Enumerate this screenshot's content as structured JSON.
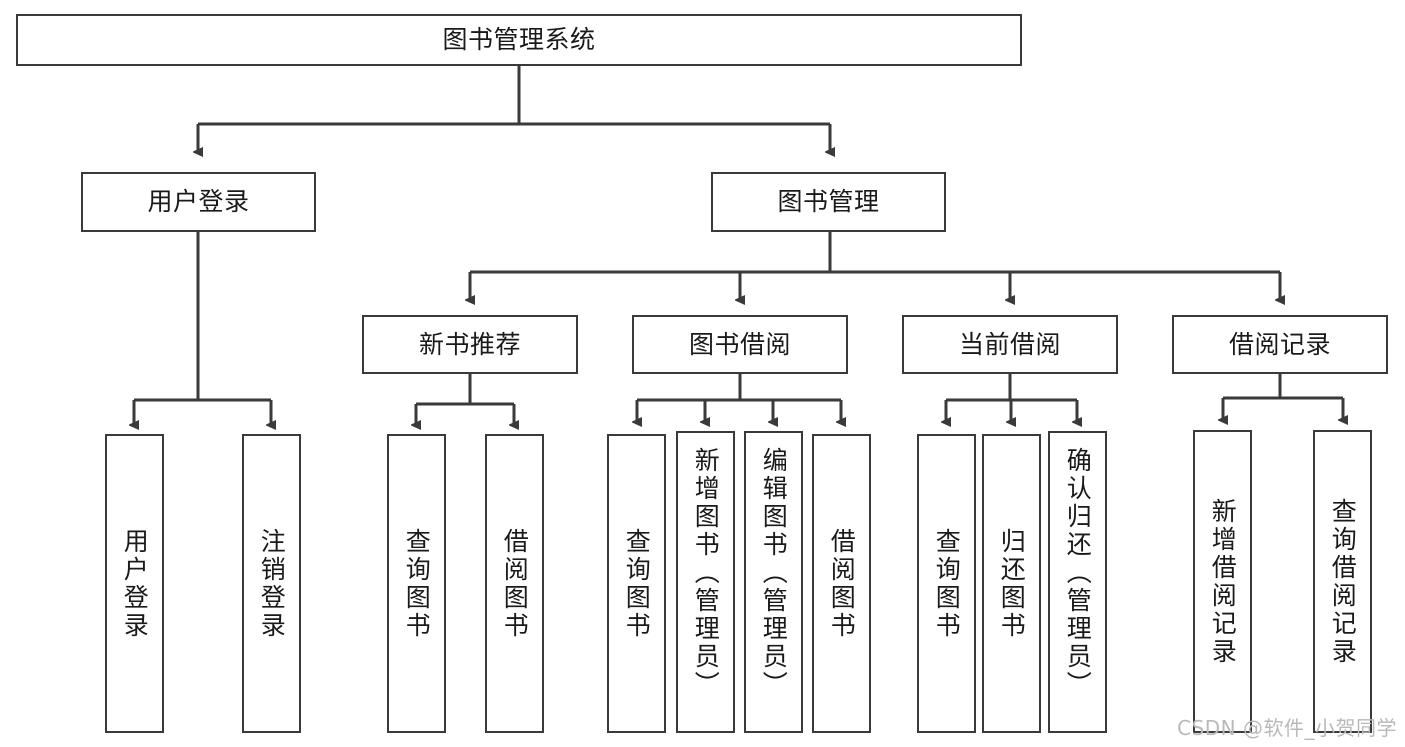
{
  "diagram": {
    "type": "tree",
    "title": "图书管理系统",
    "watermark": "CSDN @软件_小贺同学",
    "root": {
      "label": "图书管理系统"
    },
    "level2": [
      {
        "label": "用户登录"
      },
      {
        "label": "图书管理"
      }
    ],
    "level3": [
      {
        "label": "新书推荐"
      },
      {
        "label": "图书借阅"
      },
      {
        "label": "当前借阅"
      },
      {
        "label": "借阅记录"
      }
    ],
    "leaves": {
      "user_login": [
        {
          "label": "用户登录"
        },
        {
          "label": "注销登录"
        }
      ],
      "new_book_recommend": [
        {
          "label": "查询图书"
        },
        {
          "label": "借阅图书"
        }
      ],
      "book_borrow": [
        {
          "label": "查询图书"
        },
        {
          "label": "新增图书（管理员）"
        },
        {
          "label": "编辑图书（管理员）"
        },
        {
          "label": "借阅图书"
        }
      ],
      "current_borrow": [
        {
          "label": "查询图书"
        },
        {
          "label": "归还图书"
        },
        {
          "label": "确认归还（管理员）"
        }
      ],
      "borrow_record": [
        {
          "label": "新增借阅记录"
        },
        {
          "label": "查询借阅记录"
        }
      ]
    },
    "colors": {
      "border": "#3a3a3a",
      "text": "#1a1a1a",
      "background": "#ffffff",
      "connector": "#3a3a3a",
      "watermark": "#b9b9b9"
    }
  }
}
